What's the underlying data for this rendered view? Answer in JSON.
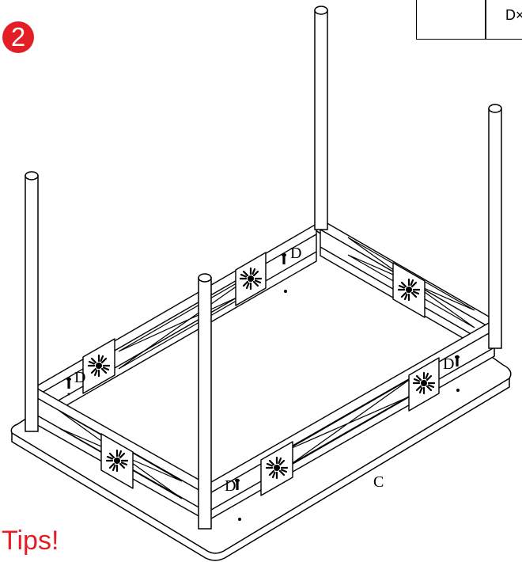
{
  "step_number": "2",
  "tips_label": "Tips!",
  "parts_box": {
    "label": "D×"
  },
  "labels": {
    "top_board": "C",
    "screw_callout": "D"
  },
  "colors": {
    "accent": "#e31e24",
    "ink": "#000000"
  }
}
